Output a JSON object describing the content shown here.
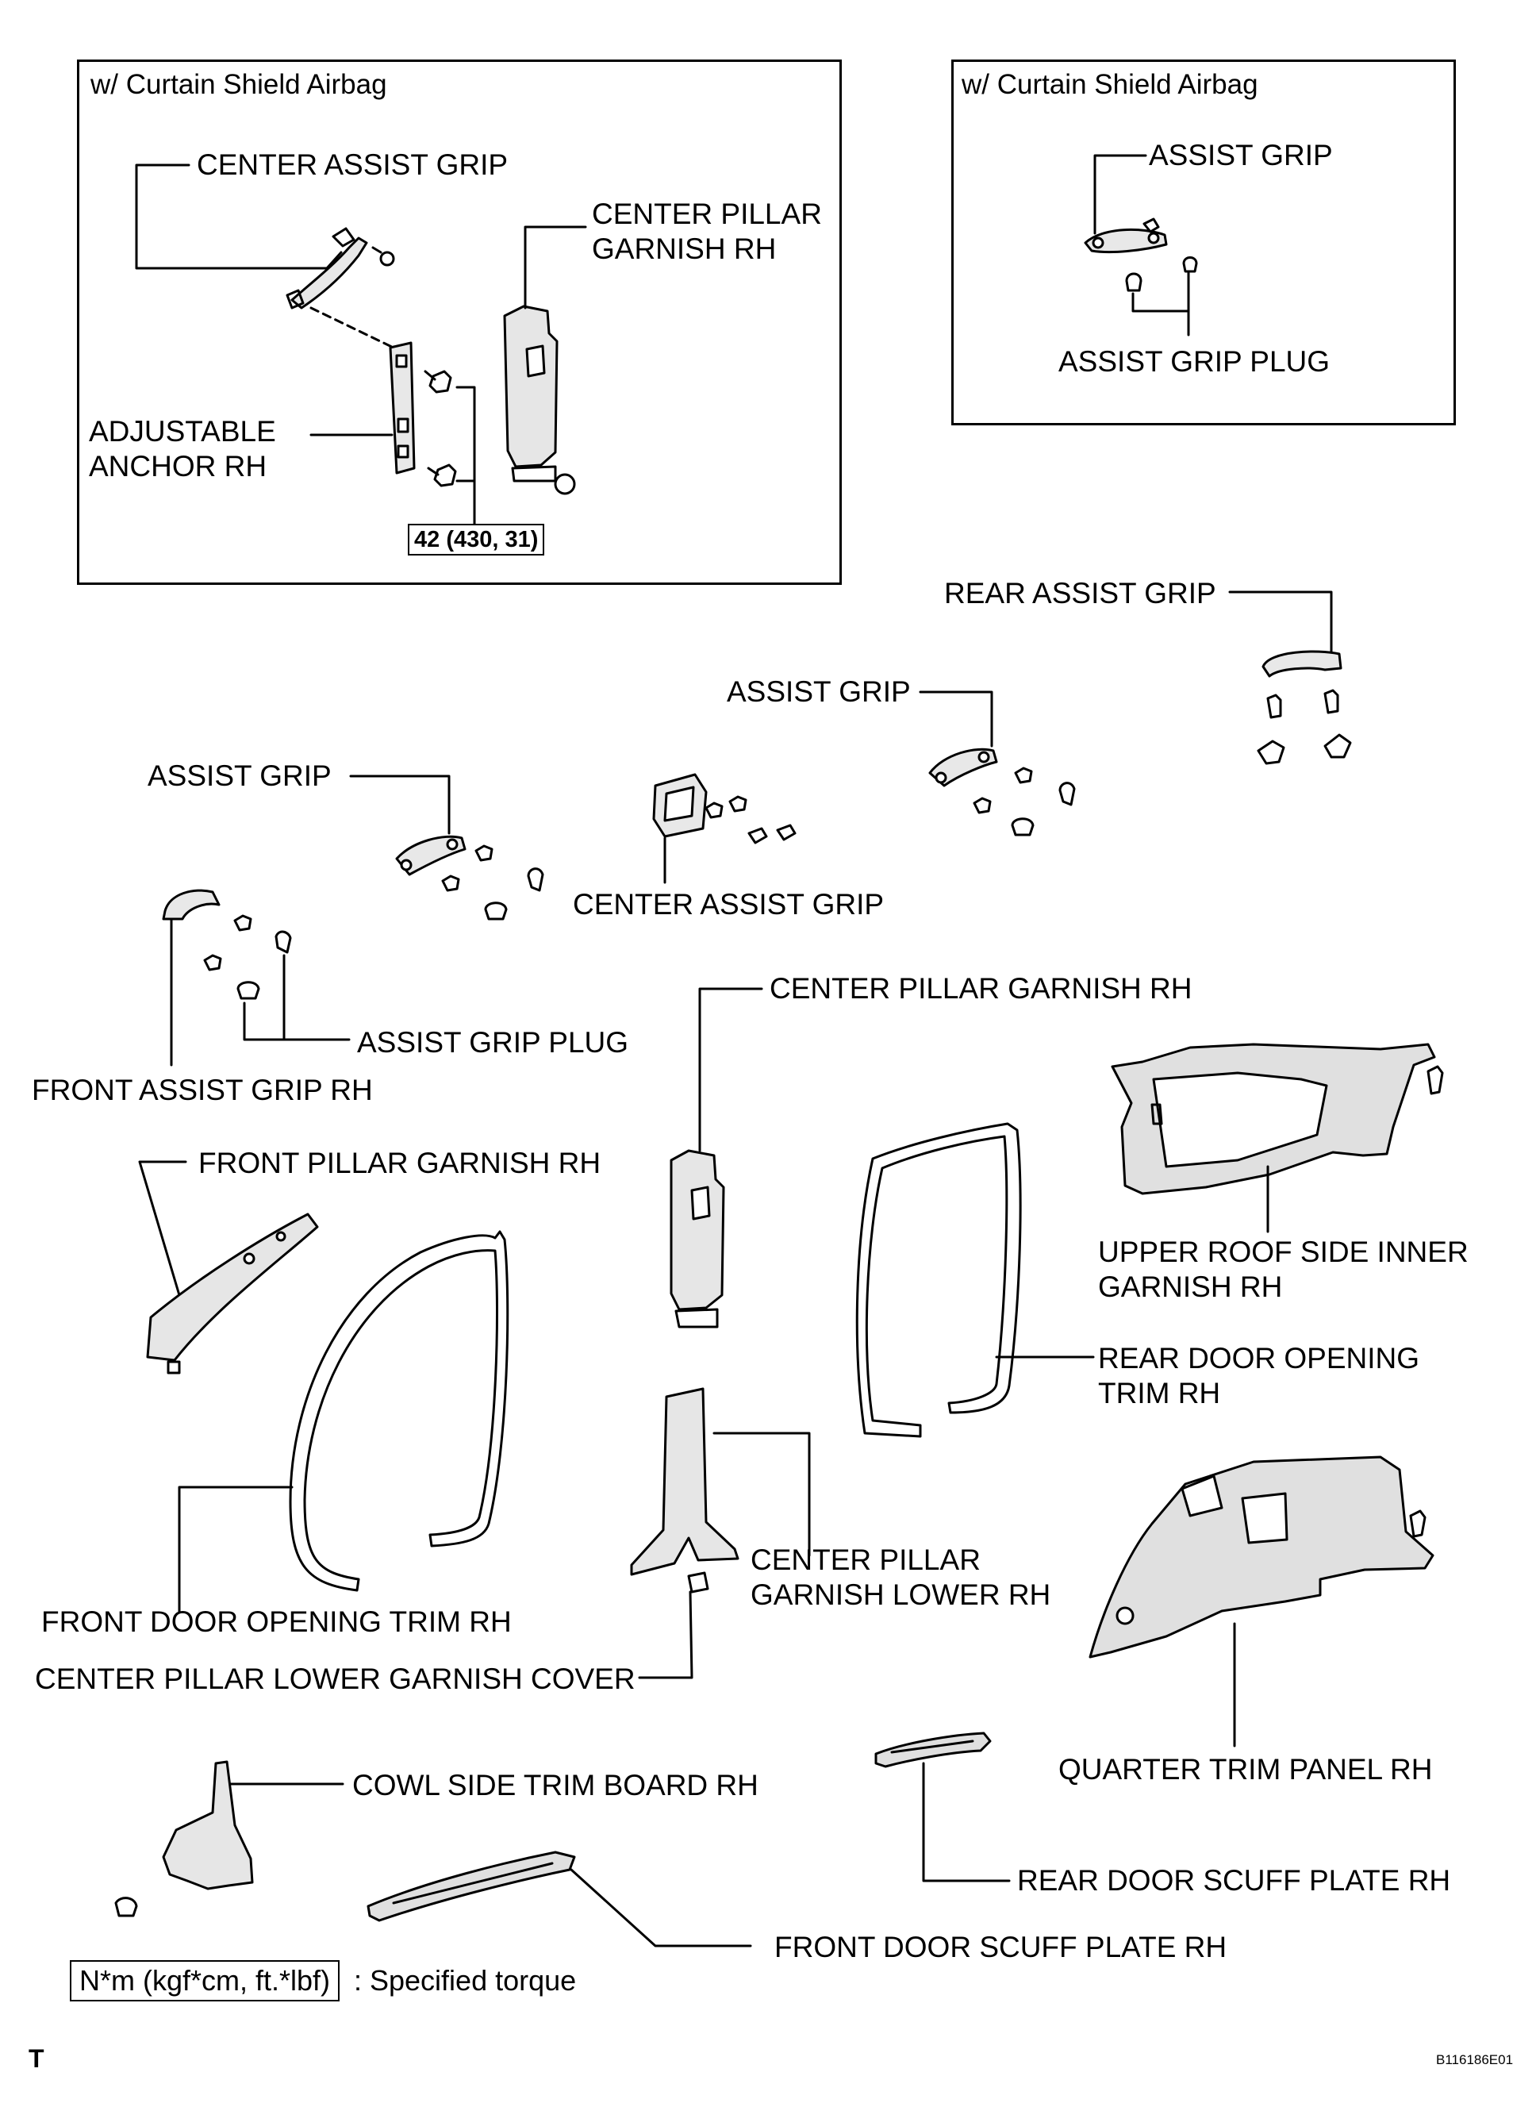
{
  "inset_left": {
    "title": "w/ Curtain Shield Airbag",
    "center_assist_grip": "CENTER ASSIST GRIP",
    "center_pillar_garnish_l1": "CENTER PILLAR",
    "center_pillar_garnish_l2": "GARNISH RH",
    "adjustable_anchor_l1": "ADJUSTABLE",
    "adjustable_anchor_l2": "ANCHOR RH",
    "torque": "42 (430, 31)"
  },
  "inset_right": {
    "title": "w/ Curtain Shield Airbag",
    "assist_grip": "ASSIST GRIP",
    "assist_grip_plug": "ASSIST GRIP PLUG"
  },
  "labels": {
    "rear_assist_grip": "REAR ASSIST GRIP",
    "assist_grip_mid": "ASSIST GRIP",
    "assist_grip_left": "ASSIST GRIP",
    "center_assist_grip": "CENTER ASSIST GRIP",
    "assist_grip_plug": "ASSIST GRIP PLUG",
    "front_assist_grip": "FRONT ASSIST GRIP RH",
    "center_pillar_garnish": "CENTER PILLAR GARNISH RH",
    "upper_roof_l1": "UPPER ROOF SIDE INNER",
    "upper_roof_l2": "GARNISH RH",
    "front_pillar_garnish": "FRONT PILLAR GARNISH RH",
    "rear_door_opening_l1": "REAR DOOR OPENING",
    "rear_door_opening_l2": "TRIM RH",
    "front_door_opening": "FRONT DOOR OPENING TRIM RH",
    "center_pillar_lower_l1": "CENTER PILLAR",
    "center_pillar_lower_l2": "GARNISH LOWER RH",
    "center_pillar_lower_cover": "CENTER PILLAR LOWER GARNISH COVER",
    "quarter_trim": "QUARTER TRIM PANEL RH",
    "cowl_side": "COWL SIDE TRIM BOARD RH",
    "rear_door_scuff": "REAR DOOR SCUFF PLATE RH",
    "front_door_scuff": "FRONT DOOR SCUFF PLATE RH"
  },
  "legend": {
    "unit": "N*m (kgf*cm, ft.*lbf)",
    "text": ": Specified torque"
  },
  "footer": {
    "left_code": "T",
    "figure_id": "B116186E01"
  }
}
